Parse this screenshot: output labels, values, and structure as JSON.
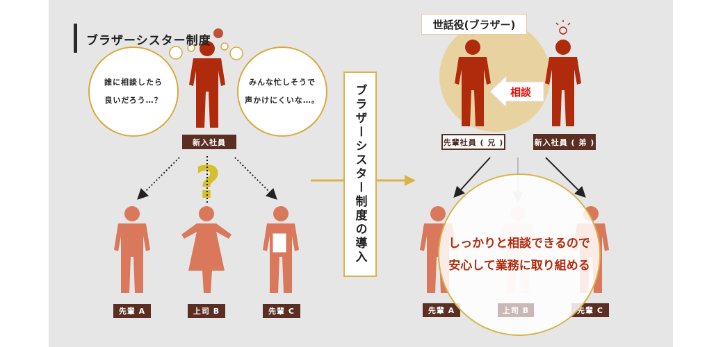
{
  "title": "ブラザーシスター制度",
  "left": {
    "thought_left": [
      "誰に相談したら",
      "良いだろう…？"
    ],
    "thought_right": [
      "みんな忙しそうで",
      "声かけにくいな…。"
    ],
    "newcomer_label": "新入社員",
    "question_mark": "?",
    "people": [
      "先輩 A",
      "上司 B",
      "先輩 C"
    ]
  },
  "center": {
    "label": "ブラザーシスター制度の導入"
  },
  "right": {
    "role_label": "世話役(ブラザー)",
    "consult_label": "相談",
    "senior_label": "先輩社員 ( 兄 )",
    "junior_label": "新入社員 ( 弟 )",
    "message": [
      "しっかりと相談できるので",
      "安心して業務に取り組める"
    ],
    "people": [
      "先輩 A",
      "上司 B",
      "先輩 C"
    ]
  },
  "colors": {
    "dark_red": "#b02a0c",
    "salmon": "#d9785a",
    "brown": "#5a2e22",
    "gold": "#d8b44a",
    "beige": "#e8d3a0"
  }
}
